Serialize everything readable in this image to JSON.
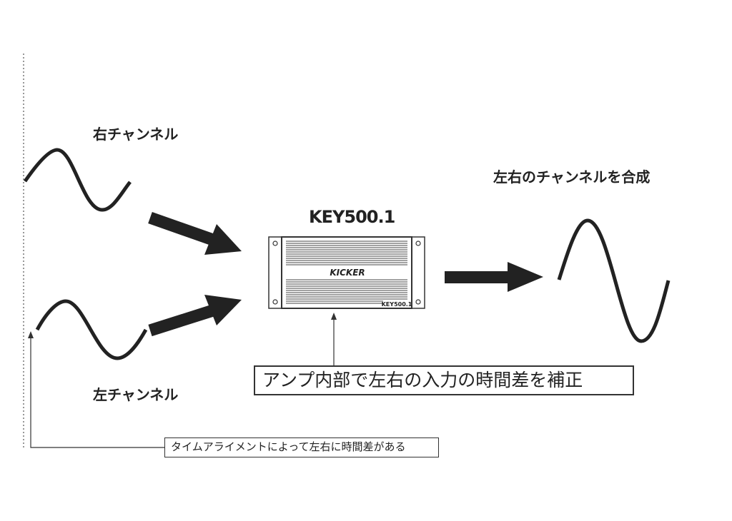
{
  "labels": {
    "right_channel": "右チャンネル",
    "left_channel": "左チャンネル",
    "combined": "左右のチャンネルを合成",
    "amp_model": "KEY500.1"
  },
  "amp": {
    "brand": "KICKER",
    "plate": "KEY500.1"
  },
  "callouts": {
    "amp_correction": "アンプ内部で左右の入力の時間差を補正",
    "time_alignment": "タイムアライメントによって左右に時間差がある"
  },
  "colors": {
    "ink": "#222222",
    "background": "#ffffff"
  }
}
